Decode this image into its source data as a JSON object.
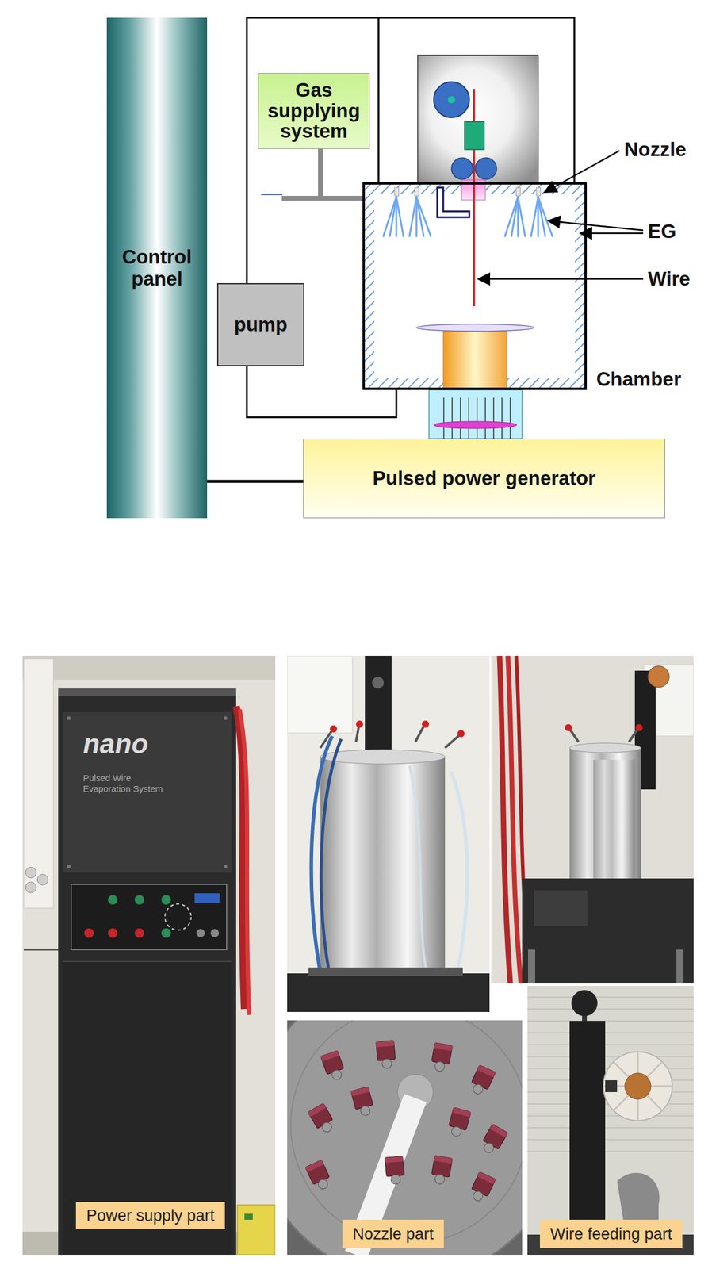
{
  "diagram": {
    "nodes": [
      {
        "text": [
          "Control panel"
        ]
      },
      {
        "text": [
          "Gas supplying system"
        ]
      },
      {
        "text": [
          "pump"
        ]
      },
      {
        "text": [
          "Chamber"
        ]
      },
      {
        "text": [
          "Pulsed power generator"
        ]
      },
      {
        "text": [
          "Power supply part"
        ]
      },
      {
        "text": [
          "Nozzle part"
        ]
      },
      {
        "text": [
          "Wire feeding part"
        ]
      }
    ],
    "edges": [
      {
        "from": 0,
        "to": 4,
        "arrow": "none"
      },
      {
        "from": 1,
        "to": 3,
        "arrow": "none"
      },
      {
        "from": 2,
        "to": 3,
        "arrow": "none"
      },
      {
        "from": 2,
        "to": 3,
        "arrow": "none"
      }
    ],
    "labels": [
      "Nozzle",
      "EG",
      "Wire",
      "nano",
      "Pulsed Wire Evaporation System"
    ]
  }
}
